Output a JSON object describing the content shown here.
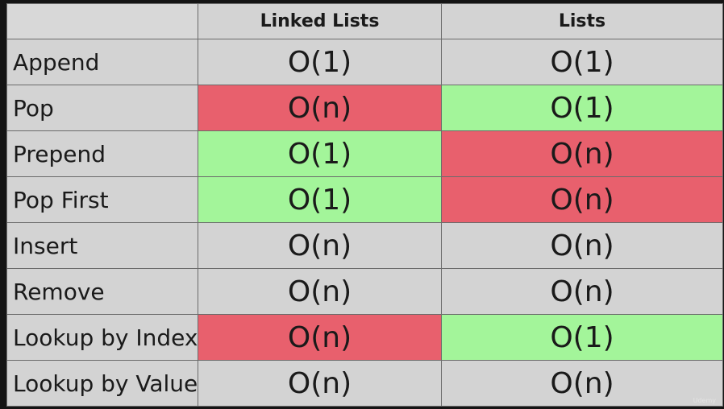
{
  "table": {
    "headers": [
      "",
      "Linked Lists",
      "Lists"
    ],
    "rows": [
      {
        "operation": "Append",
        "linked_lists": "O(1)",
        "lists": "O(1)",
        "linked_lists_color": "grey",
        "lists_color": "grey"
      },
      {
        "operation": "Pop",
        "linked_lists": "O(n)",
        "lists": "O(1)",
        "linked_lists_color": "red",
        "lists_color": "green"
      },
      {
        "operation": "Prepend",
        "linked_lists": "O(1)",
        "lists": "O(n)",
        "linked_lists_color": "green",
        "lists_color": "red"
      },
      {
        "operation": "Pop First",
        "linked_lists": "O(1)",
        "lists": "O(n)",
        "linked_lists_color": "green",
        "lists_color": "red"
      },
      {
        "operation": "Insert",
        "linked_lists": "O(n)",
        "lists": "O(n)",
        "linked_lists_color": "grey",
        "lists_color": "grey"
      },
      {
        "operation": "Remove",
        "linked_lists": "O(n)",
        "lists": "O(n)",
        "linked_lists_color": "grey",
        "lists_color": "grey"
      },
      {
        "operation": "Lookup by Index",
        "linked_lists": "O(n)",
        "lists": "O(1)",
        "linked_lists_color": "red",
        "lists_color": "green"
      },
      {
        "operation": "Lookup by Value",
        "linked_lists": "O(n)",
        "lists": "O(n)",
        "linked_lists_color": "grey",
        "lists_color": "grey"
      }
    ]
  },
  "colors": {
    "red": "#e8606d",
    "green": "#a3f59a",
    "grey": "#d3d3d3",
    "border": "#6b6b6b"
  },
  "watermark": "Udemy"
}
